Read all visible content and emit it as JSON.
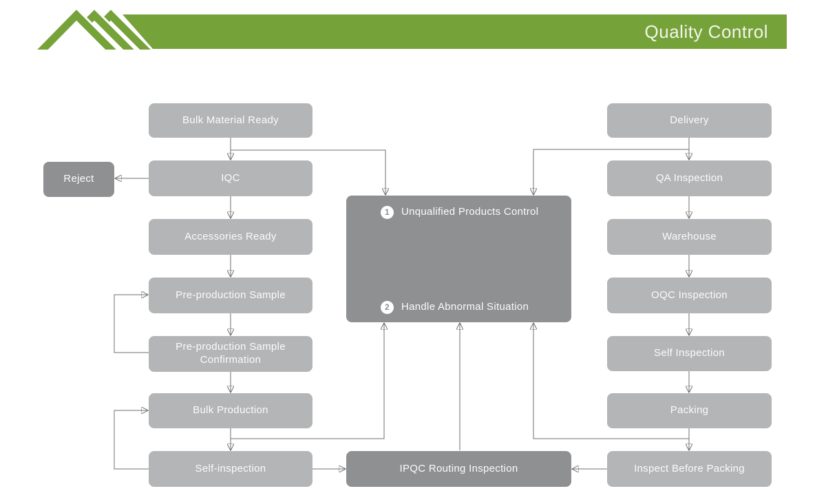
{
  "header": {
    "title": "Quality Control",
    "logo_icon": "mountain-peaks-logo",
    "accent_green": "#76A23A"
  },
  "colors": {
    "box_light": "#B4B5B7",
    "box_dark": "#8F9092",
    "connector_line": "#6F6F6F",
    "text_on_box": "#FBFBFB",
    "title_text": "#F2F5EA"
  },
  "nodes": {
    "bulk_material_ready": {
      "label": "Bulk Material Ready"
    },
    "reject": {
      "label": "Reject"
    },
    "iqc": {
      "label": "IQC"
    },
    "accessories_ready": {
      "label": "Accessories Ready"
    },
    "pre_production_sample": {
      "label": "Pre-production Sample"
    },
    "pre_production_sample_confirmation": {
      "label": "Pre-production Sample Confirmation"
    },
    "bulk_production": {
      "label": "Bulk Production"
    },
    "self_inspection_left": {
      "label": "Self-inspection"
    },
    "delivery": {
      "label": "Delivery"
    },
    "qa_inspection": {
      "label": "QA Inspection"
    },
    "warehouse": {
      "label": "Warehouse"
    },
    "oqc_inspection": {
      "label": "OQC Inspection"
    },
    "self_inspection_right": {
      "label": "Self Inspection"
    },
    "packing": {
      "label": "Packing"
    },
    "inspect_before_packing": {
      "label": "Inspect Before Packing"
    },
    "control_panel": {
      "item1_number": "1",
      "item1_label": "Unqualified Products Control",
      "item2_number": "2",
      "item2_label": "Handle Abnormal Situation"
    },
    "ipqc_routing_inspection": {
      "label": "IPQC Routing Inspection"
    }
  }
}
